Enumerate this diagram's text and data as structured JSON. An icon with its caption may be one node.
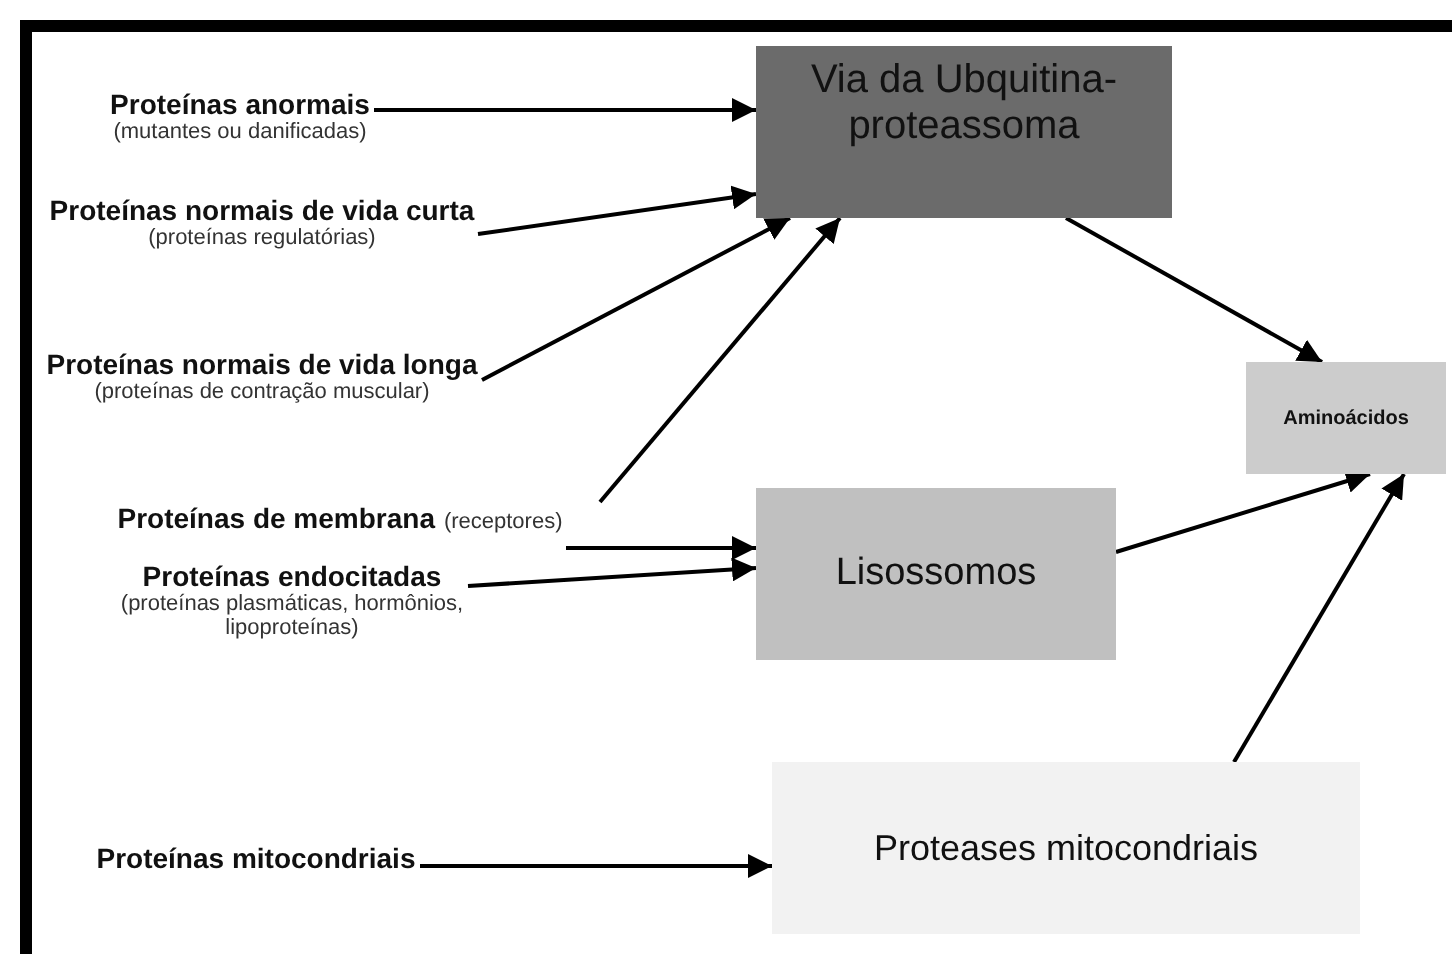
{
  "diagram": {
    "nodes": [
      {
        "text": [
          "Proteínas anormais",
          "(mutantes ou danificadas)"
        ]
      },
      {
        "text": [
          "Via da Ubquitina- proteassoma"
        ]
      },
      {
        "text": [
          "Proteínas normais de vida curta",
          "(proteínas regulatórias)"
        ]
      },
      {
        "text": [
          "Proteínas normais de vida longa",
          "(proteínas de contração muscular)"
        ]
      },
      {
        "text": [
          "Aminoácidos"
        ]
      },
      {
        "text": [
          "Proteínas de membrana",
          "(receptores)"
        ]
      },
      {
        "text": [
          "Lisossomos"
        ]
      },
      {
        "text": [
          "Proteínas endocitadas",
          "(proteínas plasmáticas, hormônios, lipoproteínas)"
        ]
      },
      {
        "text": [
          "Proteínas mitocondriais"
        ]
      },
      {
        "text": [
          "Proteases mitocondriais"
        ]
      }
    ],
    "edges": [
      {
        "from": 0,
        "to": 1,
        "arrow": "to"
      },
      {
        "from": 2,
        "to": 1,
        "arrow": "to"
      },
      {
        "from": 3,
        "to": 1,
        "arrow": "to"
      },
      {
        "from": 5,
        "to": 1,
        "arrow": "to"
      },
      {
        "from": 5,
        "to": 6,
        "arrow": "to"
      },
      {
        "from": 7,
        "to": 6,
        "arrow": "to"
      },
      {
        "from": 8,
        "to": 9,
        "arrow": "to"
      },
      {
        "from": 1,
        "to": 4,
        "arrow": "to"
      },
      {
        "from": 6,
        "to": 4,
        "arrow": "to"
      },
      {
        "from": 9,
        "to": 4,
        "arrow": "to"
      }
    ]
  }
}
